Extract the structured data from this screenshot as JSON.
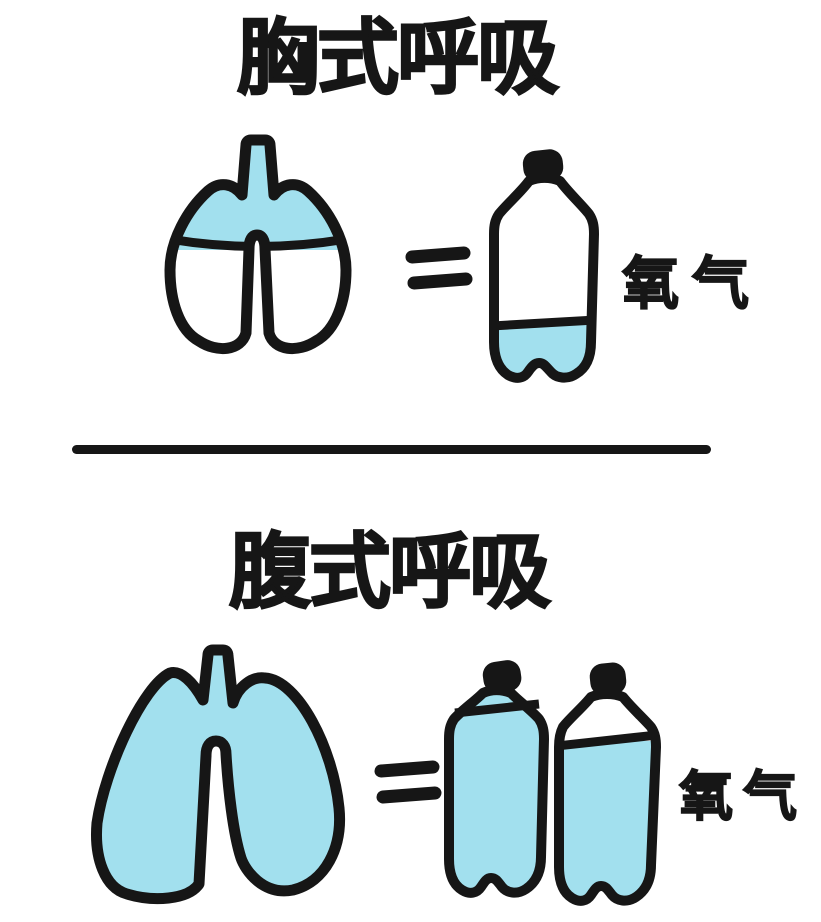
{
  "colors": {
    "ink": "#161616",
    "water": "#a2e0ee",
    "background": "#ffffff"
  },
  "sections": {
    "chest": {
      "title": "胸式呼吸",
      "relation_symbol": "=",
      "oxygen_label": "氧气",
      "lungs_fill_ratio": 0.45,
      "bottles": [
        {
          "fill_ratio": 0.25
        }
      ]
    },
    "abdominal": {
      "title": "腹式呼吸",
      "relation_symbol": "=",
      "oxygen_label": "氧气",
      "lungs_fill_ratio": 1.0,
      "bottles": [
        {
          "fill_ratio": 1.0
        },
        {
          "fill_ratio": 0.85
        }
      ]
    }
  }
}
